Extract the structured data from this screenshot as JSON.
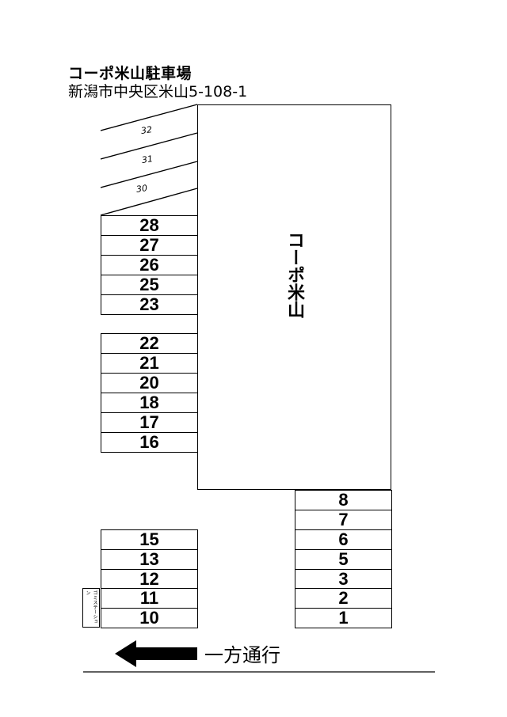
{
  "header": {
    "title": "コーポ米山駐車場",
    "address": "新潟市中央区米山5-108-1"
  },
  "building": {
    "label": "コーポ米山"
  },
  "angled_slots": [
    "32",
    "31",
    "30"
  ],
  "left_column_upper": [
    "28",
    "27",
    "26",
    "25",
    "23"
  ],
  "left_column_middle": [
    "22",
    "21",
    "20",
    "18",
    "17",
    "16"
  ],
  "left_column_lower": [
    "15",
    "13",
    "12",
    "11",
    "10"
  ],
  "right_column": [
    "8",
    "7",
    "6",
    "5",
    "3",
    "2",
    "1"
  ],
  "garbage_station": "ゴミステーション",
  "oneway": {
    "label": "一方通行",
    "icon": "arrow-left-icon"
  }
}
